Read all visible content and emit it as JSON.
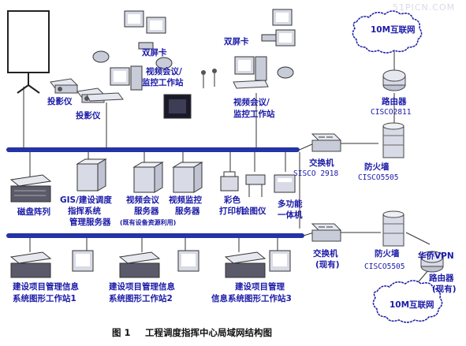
{
  "watermark": "51PICN.COM",
  "caption": {
    "number": "图 1",
    "title": "工程调度指挥中心局域网结构图"
  },
  "labels": {
    "internet_top": "10M互联网",
    "internet_bottom": "10M互联网",
    "router_top": "路由器",
    "router_top_model": "CISCO2811",
    "router_bottom_1": "路由器",
    "router_bottom_2": "(现有)",
    "huaju_vpn": "华侨VPN",
    "switch_top": "交换机",
    "switch_top_model": "SISCO 2918",
    "firewall_top": "防火墙",
    "firewall_top_model": "CISCO5505",
    "switch_bottom_1": "交换机",
    "switch_bottom_2": "(现有)",
    "firewall_bottom": "防火墙",
    "firewall_bottom_model": "CISCO5505",
    "dual_card_left": "双屏卡",
    "dual_card_right": "双屏卡",
    "workstation_left_1": "视频会议/",
    "workstation_left_2": "监控工作站",
    "workstation_right_1": "视频会议/",
    "workstation_right_2": "监控工作站",
    "projector_1": "投影仪",
    "projector_2": "投影仪",
    "disk_array": "磁盘阵列",
    "gis_server_1": "GIS/建设调度",
    "gis_server_2": "指挥系统",
    "gis_server_3": "管理服务器",
    "gis_server_note": "(既有设备资源利用)",
    "video_server_1": "视频会议",
    "video_server_2": "服务器",
    "monitor_server_1": "视频监控",
    "monitor_server_2": "服务器",
    "color_printer_1": "彩色",
    "color_printer_2": "打印机",
    "plotter": "绘图仪",
    "mfp_1": "多功能",
    "mfp_2": "一体机",
    "ws1_1": "建设项目管理信息",
    "ws1_2": "系统图形工作站1",
    "ws2_1": "建设项目管理信息",
    "ws2_2": "系统图形工作站2",
    "ws3_1": "建设项目管理",
    "ws3_2": "信息系统图形工作站3"
  },
  "icons": {
    "switch": "switch-icon",
    "router": "router-icon",
    "firewall": "firewall-icon",
    "server": "server-icon",
    "workstation": "workstation-icon",
    "cloud": "cloud-icon"
  },
  "colors": {
    "bus": "#2433a6",
    "text": "#1a1aa8",
    "device": "#5a5a6a",
    "device_light": "#c8ccd8"
  }
}
